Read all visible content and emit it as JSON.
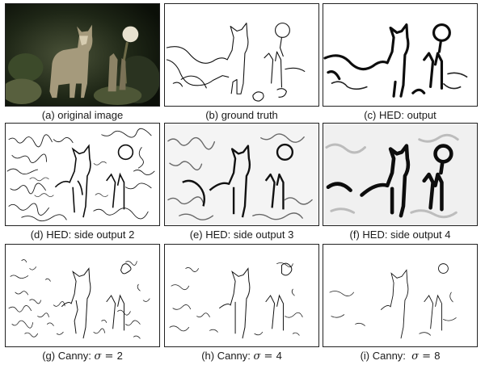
{
  "figure": {
    "panels": [
      {
        "id": "a",
        "caption": "(a) original image",
        "icon": "original-photo"
      },
      {
        "id": "b",
        "caption": "(b) ground truth",
        "icon": "ground-truth-edges"
      },
      {
        "id": "c",
        "caption": "(c) HED: output",
        "icon": "hed-output-edges"
      },
      {
        "id": "d",
        "caption": "(d) HED: side output 2",
        "icon": "hed-side-output-2"
      },
      {
        "id": "e",
        "caption": "(e) HED: side output 3",
        "icon": "hed-side-output-3"
      },
      {
        "id": "f",
        "caption": "(f) HED: side output 4",
        "icon": "hed-side-output-4"
      },
      {
        "id": "g",
        "caption_prefix": "(g) Canny: ",
        "sigma_symbol": "σ",
        "equals": " = ",
        "sigma_value": "2",
        "icon": "canny-sigma-2"
      },
      {
        "id": "h",
        "caption_prefix": "(h) Canny: ",
        "sigma_symbol": "σ",
        "equals": " = ",
        "sigma_value": "4",
        "icon": "canny-sigma-4"
      },
      {
        "id": "i",
        "caption_prefix": "(i) Canny:  ",
        "sigma_symbol": "σ",
        "equals": " = ",
        "sigma_value": "8",
        "icon": "canny-sigma-8"
      }
    ]
  }
}
